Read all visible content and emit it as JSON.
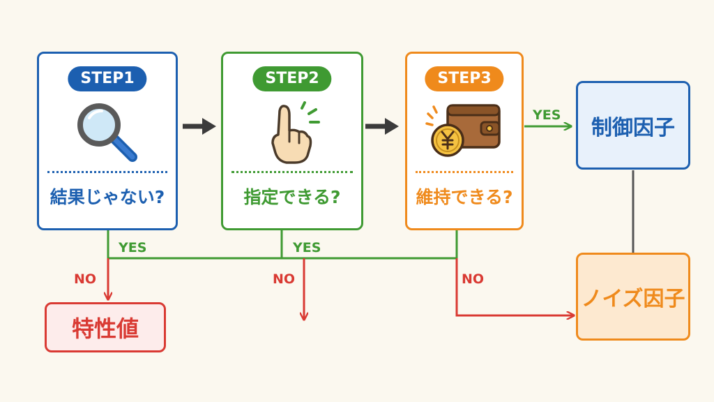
{
  "colors": {
    "blue": "#1c5fb0",
    "green": "#3f9a32",
    "orange": "#ef8a1c",
    "red": "#d93a33",
    "arrow": "#3b3b3b",
    "line_gray": "#555555",
    "background": "#fbf8ef"
  },
  "steps": [
    {
      "label": "STEP1",
      "question": "結果じゃない?",
      "icon": "magnifier-icon"
    },
    {
      "label": "STEP2",
      "question": "指定できる?",
      "icon": "pointing-hand-icon"
    },
    {
      "label": "STEP3",
      "question": "維持できる?",
      "icon": "wallet-yen-icon"
    }
  ],
  "outcomes": {
    "characteristic": "特性値",
    "control": "制御因子",
    "noise": "ノイズ因子"
  },
  "flow_labels": {
    "yes_step1": "YES",
    "yes_step2": "YES",
    "yes_step3": "YES",
    "no_step1": "NO",
    "no_step2": "NO",
    "no_step3": "NO"
  }
}
